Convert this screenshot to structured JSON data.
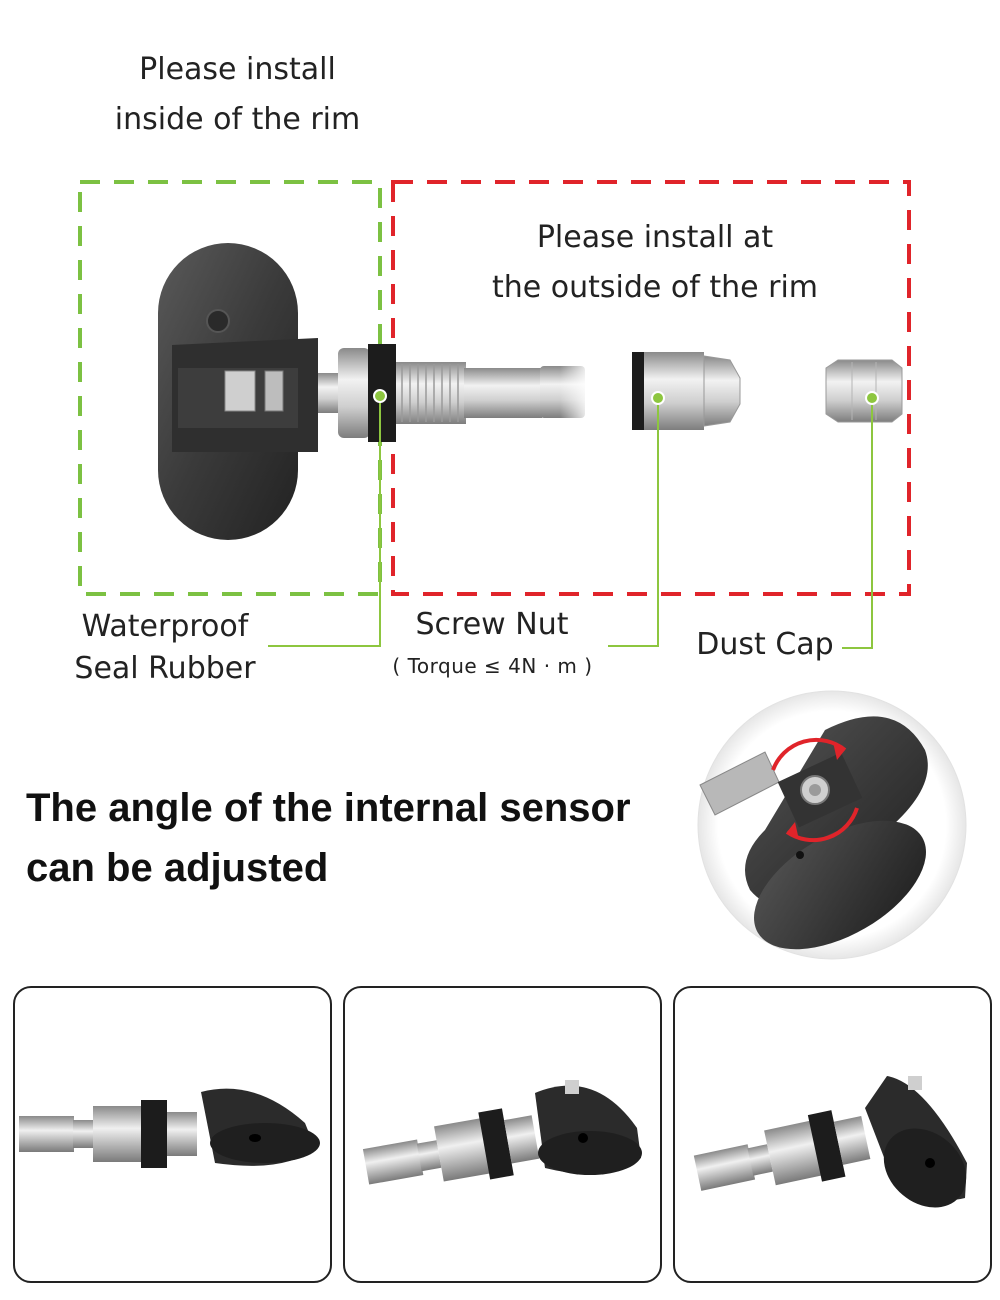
{
  "top": {
    "inside_note_line1": "Please install",
    "inside_note_line2": "inside of the rim",
    "outside_note_line1": "Please install at",
    "outside_note_line2": "the outside of the rim"
  },
  "callouts": {
    "seal_line1": "Waterproof",
    "seal_line2": "Seal Rubber",
    "nut": "Screw Nut",
    "torque": "( Torque ≤ 4N · m )",
    "cap": "Dust Cap"
  },
  "headline": {
    "line1": "The angle of the internal sensor",
    "line2": "can be adjusted"
  },
  "colors": {
    "inside_box": "#7cc142",
    "outside_box": "#e0242a",
    "leader": "#8dc63f",
    "rotate_arrow": "#e0242a"
  },
  "angle_gallery": [
    "angle-shallow",
    "angle-medium",
    "angle-steep"
  ]
}
